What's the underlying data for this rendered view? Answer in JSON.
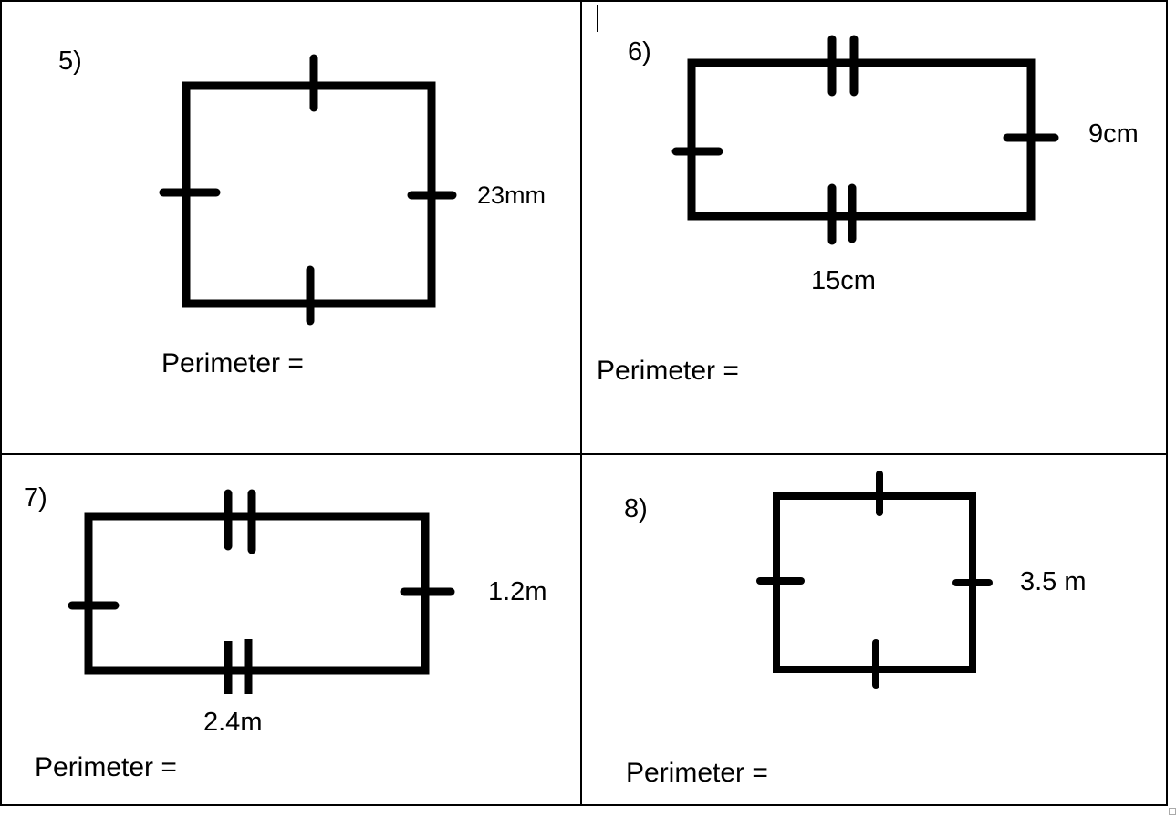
{
  "worksheet": {
    "problems": [
      {
        "number_label": "5)",
        "side_label": "23mm",
        "perimeter_label": "Perimeter ="
      },
      {
        "number_label": "6)",
        "width_label": "15cm",
        "height_label": "9cm",
        "perimeter_label": "Perimeter ="
      },
      {
        "number_label": "7)",
        "width_label": "2.4m",
        "height_label": "1.2m",
        "perimeter_label": "Perimeter ="
      },
      {
        "number_label": "8)",
        "side_label": "3.5 m",
        "perimeter_label": "Perimeter ="
      }
    ]
  },
  "colors": {
    "ink": "#000000",
    "paper": "#ffffff"
  }
}
